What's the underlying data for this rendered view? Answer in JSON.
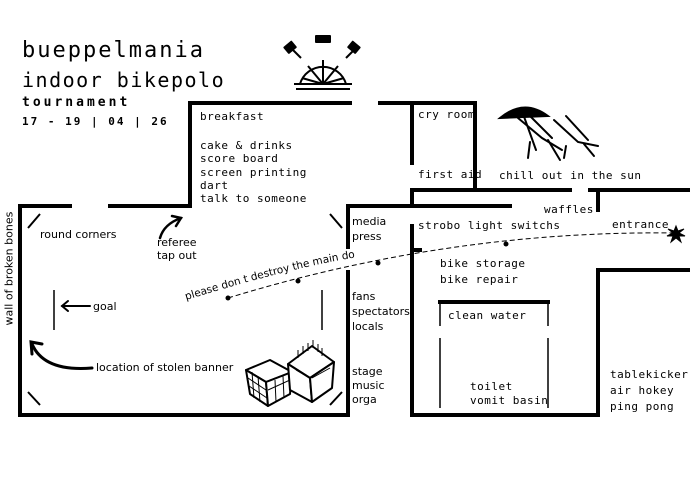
{
  "title": {
    "line1": "bueppelmania",
    "line2": "indoor bikepolo",
    "line3": "tournament",
    "dates": "17 - 19 | 04 | 26"
  },
  "rooms": {
    "breakfast": {
      "heading": "breakfast",
      "items": [
        "cake & drinks",
        "score board",
        "screen printing",
        "dart",
        "talk to someone"
      ]
    },
    "cry_room": "cry room",
    "first_aid": "first aid",
    "waffles": "waffles",
    "entrance": "entrance",
    "strobo": "strobo light switchs",
    "chill": "chill out in the sun",
    "bike": [
      "bike storage",
      "bike repair"
    ],
    "clean_water": "clean water",
    "toilet": [
      "toilet",
      "vomit basin"
    ],
    "games": [
      "tablekicker",
      "air hokey",
      "ping pong"
    ]
  },
  "court": {
    "wall": "wall of broken bones",
    "round_corners": "round corners",
    "referee": [
      "referee",
      "tap out"
    ],
    "goal": "goal",
    "stolen_banner": "location of stolen banner",
    "main_door": "please don t destroy the main door",
    "media": [
      "media",
      "press"
    ],
    "fans": [
      "fans",
      "spectators",
      "locals"
    ],
    "stage": [
      "stage",
      "music",
      "orga"
    ]
  },
  "icons": [
    "alarm-clock-icon",
    "beach-chairs-icon",
    "crate-icon",
    "explosion-icon",
    "arrow-icon"
  ]
}
